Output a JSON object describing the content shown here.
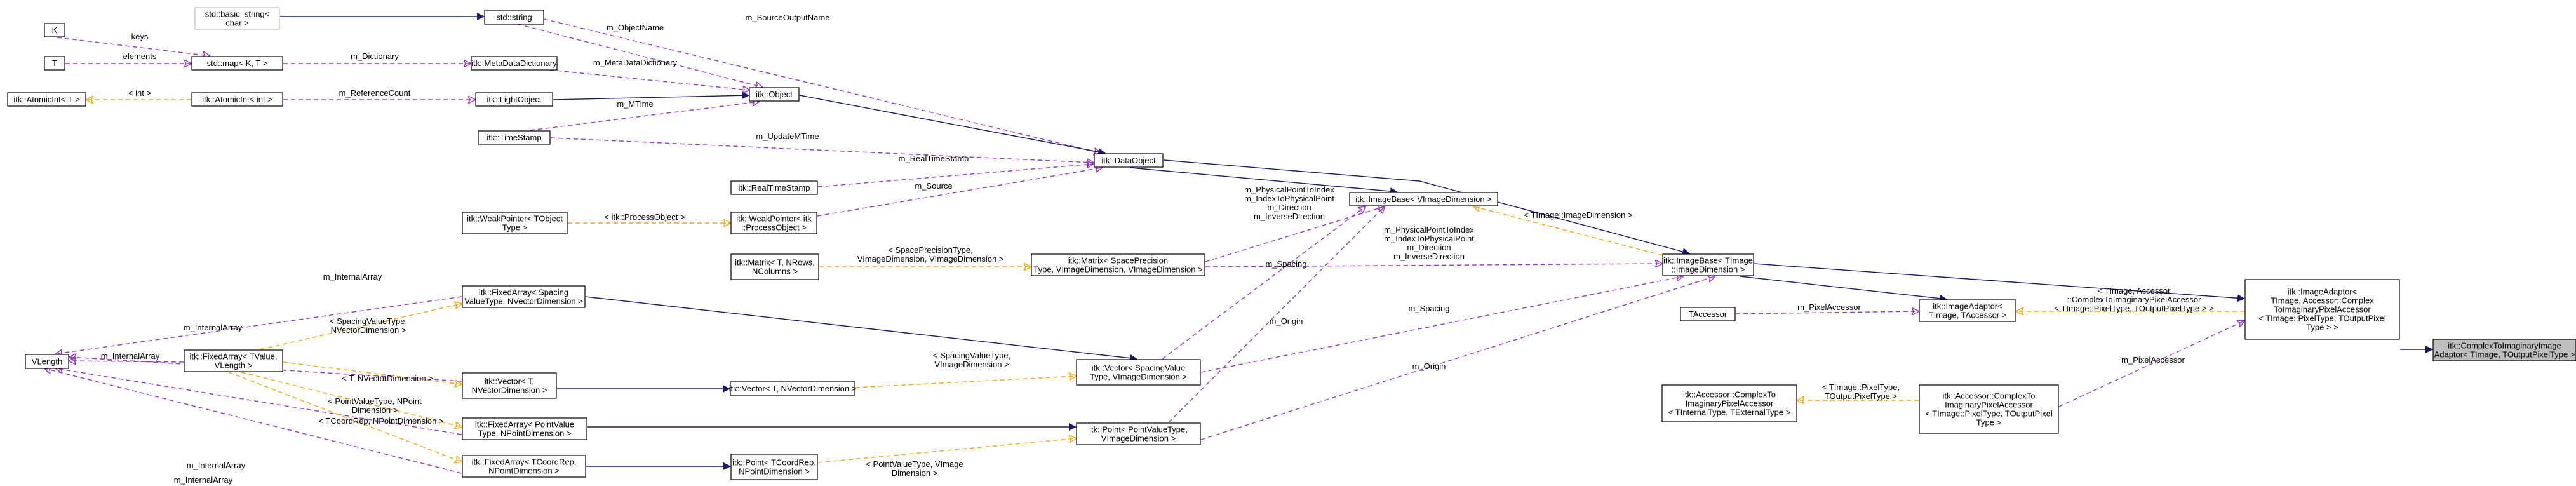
{
  "colors": {
    "inheritance": "#191970",
    "usage": "#9a32cd",
    "template": "#ffa500",
    "root_fill": "#bfbfbf",
    "node_fill": "#ffffff"
  },
  "nodes": {
    "basic_string": [
      "std::basic_string<",
      "char >"
    ],
    "std_string": [
      "std::string"
    ],
    "K": [
      "K"
    ],
    "T": [
      "T"
    ],
    "std_map": [
      "std::map< K, T >"
    ],
    "MetaDataDictionary": [
      "itk::MetaDataDictionary"
    ],
    "Object": [
      "itk::Object"
    ],
    "AtomicInt_T": [
      "itk::AtomicInt< T >"
    ],
    "AtomicInt_int": [
      "itk::AtomicInt< int >"
    ],
    "LightObject": [
      "itk::LightObject"
    ],
    "TimeStamp": [
      "itk::TimeStamp"
    ],
    "DataObject": [
      "itk::DataObject"
    ],
    "RealTimeStamp": [
      "itk::RealTimeStamp"
    ],
    "WeakPointer_T": [
      "itk::WeakPointer< TObject",
      "Type >"
    ],
    "WeakPointer_PO": [
      "itk::WeakPointer< itk",
      "::ProcessObject >"
    ],
    "Matrix_T": [
      "itk::Matrix< T, NRows,",
      "NColumns >"
    ],
    "Matrix_SP": [
      "itk::Matrix< SpacePrecision",
      "Type, VImageDimension, VImageDimension >"
    ],
    "ImageBase_V": [
      "itk::ImageBase< VImageDimension >"
    ],
    "ImageBase_T": [
      "itk::ImageBase< TImage",
      "::ImageDimension >"
    ],
    "TAccessor": [
      "TAccessor"
    ],
    "ImageAdaptor_T": [
      "itk::ImageAdaptor<",
      "TImage, TAccessor >"
    ],
    "ImageAdaptor_Full": [
      "itk::ImageAdaptor<",
      "TImage, Accessor::Complex",
      "ToImaginaryPixelAccessor",
      "< TImage::PixelType, TOutputPixel",
      "Type > >"
    ],
    "ComplexToImaginaryAdaptor": [
      "itk::ComplexToImaginaryImage",
      "Adaptor< TImage, TOutputPixelType >"
    ],
    "FixedArray_SV": [
      "itk::FixedArray< Spacing",
      "ValueType, NVectorDimension >"
    ],
    "VLength": [
      "VLength"
    ],
    "FixedArray_TV": [
      "itk::FixedArray< TValue,",
      "VLength >"
    ],
    "Vector_TN": [
      "itk::Vector< T,",
      "NVectorDimension >"
    ],
    "Vector_TNV": [
      "itk::Vector< T, NVectorDimension >"
    ],
    "Vector_SV": [
      "itk::Vector< SpacingValue",
      "Type, VImageDimension >"
    ],
    "Accessor_CT": [
      "itk::Accessor::ComplexTo",
      "ImaginaryPixelAccessor",
      "< TInternalType, TExternalType >"
    ],
    "Accessor_CT_Full": [
      "itk::Accessor::ComplexTo",
      "ImaginaryPixelAccessor",
      "< TImage::PixelType, TOutputPixel",
      "Type >"
    ],
    "FixedArray_PV": [
      "itk::FixedArray< PointValue",
      "Type, NPointDimension >"
    ],
    "Point_PV": [
      "itk::Point< PointValueType,",
      "VImageDimension >"
    ],
    "FixedArray_TC": [
      "itk::FixedArray< TCoordRep,",
      "NPointDimension >"
    ],
    "Point_TC": [
      "itk::Point< TCoordRep,",
      "NPointDimension >"
    ]
  },
  "edge_labels": {
    "m_SourceOutputName": [
      "m_SourceOutputName"
    ],
    "m_ObjectName": [
      "m_ObjectName"
    ],
    "keys": [
      "keys"
    ],
    "elements": [
      "elements"
    ],
    "m_Dictionary": [
      "m_Dictionary"
    ],
    "m_MetaDataDictionary": [
      "m_MetaDataDictionary"
    ],
    "int_tpl": [
      "< int >"
    ],
    "m_ReferenceCount": [
      "m_ReferenceCount"
    ],
    "m_MTime": [
      "m_MTime"
    ],
    "m_UpdateMTime": [
      "m_UpdateMTime"
    ],
    "m_RealTimeStamp": [
      "m_RealTimeStamp"
    ],
    "m_Source": [
      "m_Source"
    ],
    "process_object_tpl": [
      "< itk::ProcessObject >"
    ],
    "matrix_tpl": [
      "< SpacePrecisionType,",
      "VImageDimension, VImageDimension >"
    ],
    "physical_point_1": [
      "m_PhysicalPointToIndex",
      "m_IndexToPhysicalPoint",
      "m_Direction",
      "m_InverseDirection"
    ],
    "physical_point_2": [
      "m_PhysicalPointToIndex",
      "m_IndexToPhysicalPoint",
      "m_Direction",
      "m_InverseDirection"
    ],
    "image_dim_tpl": [
      "< TImage::ImageDimension >"
    ],
    "m_Spacing_1": [
      "m_Spacing"
    ],
    "m_Spacing_2": [
      "m_Spacing"
    ],
    "m_Origin_1": [
      "m_Origin"
    ],
    "m_Origin_2": [
      "m_Origin"
    ],
    "m_PixelAccessor_1": [
      "m_PixelAccessor"
    ],
    "m_PixelAccessor_2": [
      "m_PixelAccessor"
    ],
    "adaptor_tpl": [
      "< TImage, Accessor",
      "::ComplexToImaginaryPixelAccessor",
      "< TImage::PixelType, TOutputPixelType > >"
    ],
    "accessor_tpl": [
      "< TImage::PixelType,",
      "TOutputPixelType >"
    ],
    "m_InternalArray_1": [
      "m_InternalArray"
    ],
    "m_InternalArray_2": [
      "m_InternalArray"
    ],
    "m_InternalArray_3": [
      "m_InternalArray"
    ],
    "m_InternalArray_4": [
      "m_InternalArray"
    ],
    "m_InternalArray_5": [
      "m_InternalArray"
    ],
    "spacing_tpl_1": [
      "< SpacingValueType,",
      "NVectorDimension >"
    ],
    "t_nvector_tpl": [
      "< T, NVectorDimension >"
    ],
    "spacing_tpl_2": [
      "< SpacingValueType,",
      "VImageDimension >"
    ],
    "point_value_tpl_1": [
      "< PointValueType, NPoint",
      "Dimension >"
    ],
    "coordrep_tpl": [
      "< TCoordRep, NPointDimension >"
    ],
    "point_value_tpl_2": [
      "< PointValueType, VImage",
      "Dimension >"
    ]
  }
}
